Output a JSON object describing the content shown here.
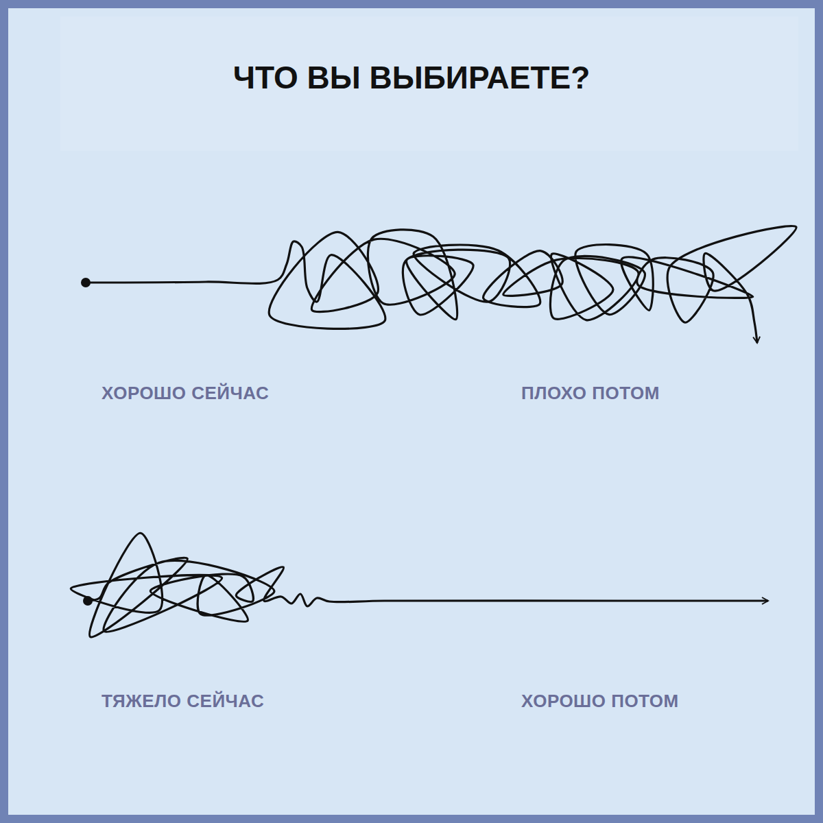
{
  "diagram": {
    "title": "ЧТО ВЫ ВЫБИРАЕТЕ?",
    "labels": [
      "ХОРОШО СЕЙЧАС",
      "ПЛОХО ПОТОМ",
      "ТЯЖЕЛО СЕЙЧАС",
      "ХОРОШО ПОТОМ"
    ]
  }
}
